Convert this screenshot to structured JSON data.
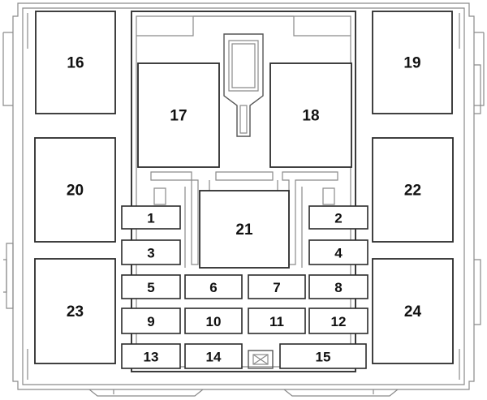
{
  "fuses": [
    {
      "id": "16",
      "label": "16"
    },
    {
      "id": "19",
      "label": "19"
    },
    {
      "id": "17",
      "label": "17"
    },
    {
      "id": "18",
      "label": "18"
    },
    {
      "id": "20",
      "label": "20"
    },
    {
      "id": "22",
      "label": "22"
    },
    {
      "id": "21",
      "label": "21"
    },
    {
      "id": "23",
      "label": "23"
    },
    {
      "id": "24",
      "label": "24"
    },
    {
      "id": "1",
      "label": "1"
    },
    {
      "id": "2",
      "label": "2"
    },
    {
      "id": "3",
      "label": "3"
    },
    {
      "id": "4",
      "label": "4"
    },
    {
      "id": "5",
      "label": "5"
    },
    {
      "id": "6",
      "label": "6"
    },
    {
      "id": "7",
      "label": "7"
    },
    {
      "id": "8",
      "label": "8"
    },
    {
      "id": "9",
      "label": "9"
    },
    {
      "id": "10",
      "label": "10"
    },
    {
      "id": "11",
      "label": "11"
    },
    {
      "id": "12",
      "label": "12"
    },
    {
      "id": "13",
      "label": "13"
    },
    {
      "id": "14",
      "label": "14"
    },
    {
      "id": "15",
      "label": "15"
    }
  ]
}
